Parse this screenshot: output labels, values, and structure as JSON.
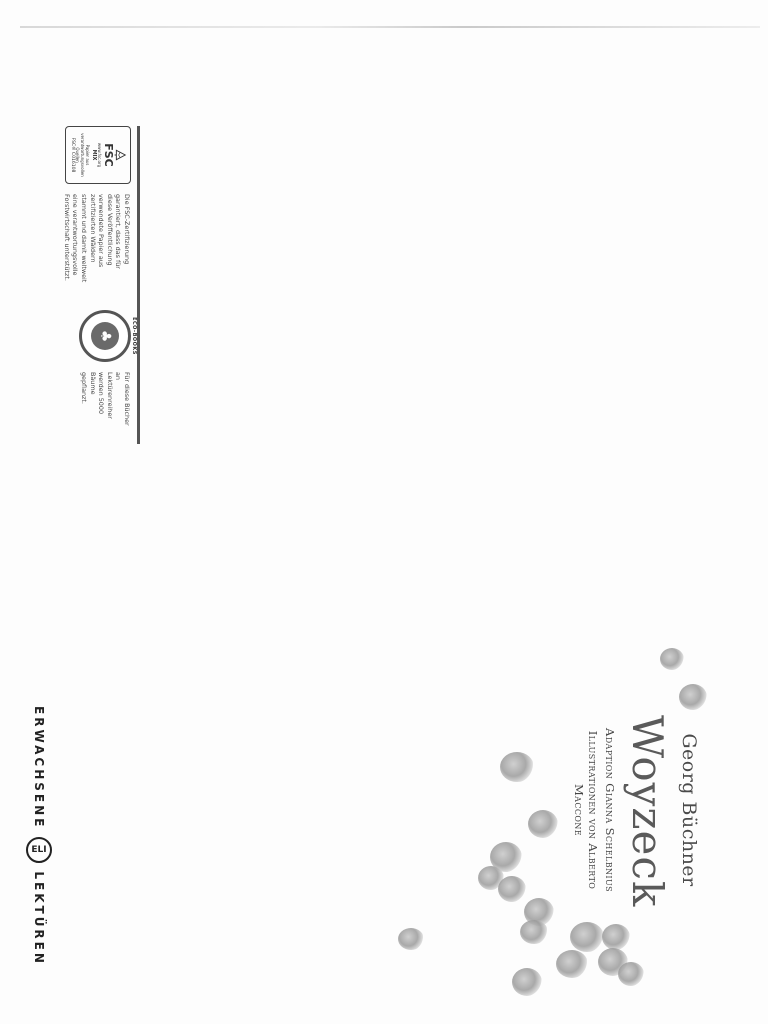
{
  "book": {
    "author": "Georg Büchner",
    "title": "Woyzeck",
    "adaptation": "Adaption Gianna Schelbnius",
    "illustrations": "Illustrationen von Alberto Maccone"
  },
  "publisher": {
    "series_left": "ERWACHSENE",
    "logo": "ELI",
    "series_right": "LEKTÜREN"
  },
  "certification": {
    "fsc_mark": "FSC",
    "fsc_sub": "www.fsc.org",
    "fsc_mix": "MIX",
    "fsc_mix_sub": "Papier aus verantwortungsvollen Quellen",
    "fsc_code": "FSC® C016108",
    "fsc_text": "Die FSC-Zertifizierung garantiert, dass das für diese Veröffentlichung verwendete Papier aus zertifizierten Wäldern stammt und damit weltweit eine verantwortungsvolle Forstwirtschaft unterstützt.",
    "eco_ring": "ECO-BOOKS",
    "eco_text": "Für diese Bücher an Lektürenreiher werden 5000 Bäume gepflanzt."
  },
  "icons": {
    "fsc": "fsc-tree-icon",
    "eco": "eco-tree-seal-icon",
    "eli": "eli-logo-icon"
  }
}
